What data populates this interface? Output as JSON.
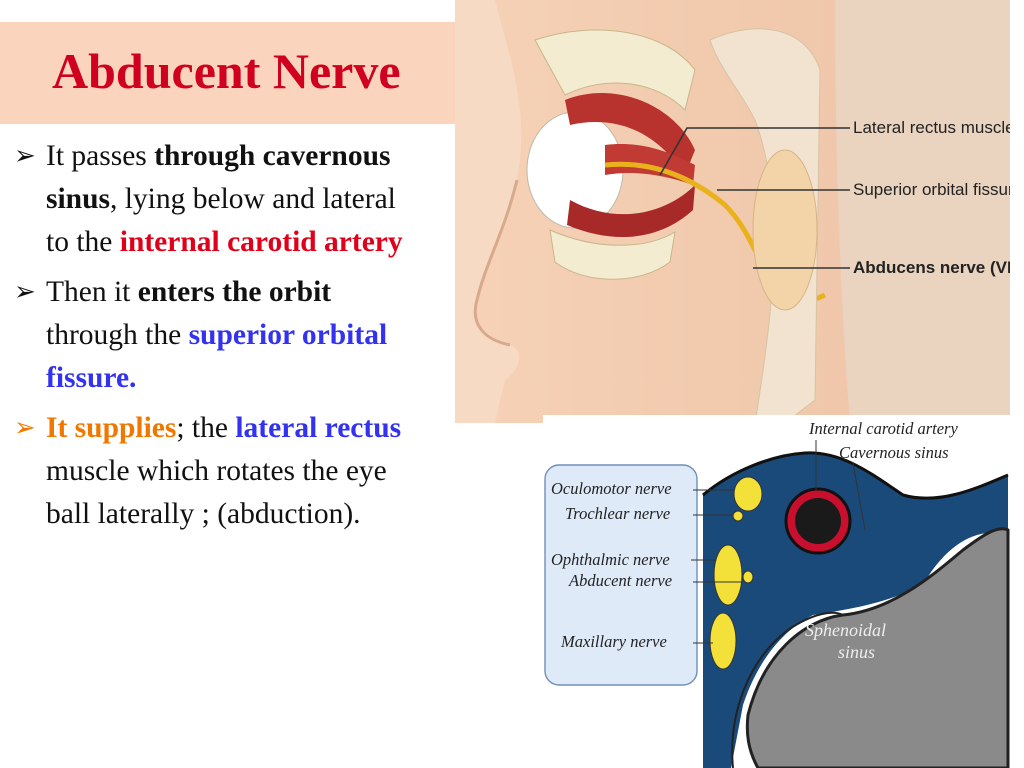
{
  "slide": {
    "title": "Abducent Nerve",
    "bullets": [
      {
        "marker": "➢",
        "segments": [
          "It passes ",
          "through cavernous sinus",
          ", lying below and lateral to the ",
          "internal carotid artery"
        ]
      },
      {
        "marker": "➢",
        "segments": [
          "Then it ",
          "enters the orbit",
          " through the ",
          "superior orbital fissure."
        ]
      },
      {
        "marker": "➢",
        "segments": [
          "It supplies",
          "; the ",
          "lateral rectus",
          " muscle which rotates the eye ball laterally ; (abduction)."
        ]
      }
    ]
  },
  "figure_top": {
    "labels": [
      "Lateral rectus muscle",
      "Superior orbital fissure",
      "Abducens nerve (VI)"
    ]
  },
  "figure_bottom": {
    "labels_left": [
      "Oculomotor nerve",
      "Trochlear nerve",
      "Ophthalmic nerve",
      "Abducent nerve",
      "Maxillary nerve"
    ],
    "labels_top": [
      "Internal carotid artery",
      "Cavernous sinus"
    ],
    "sinus_label": [
      "Sphenoidal",
      "sinus"
    ]
  },
  "colors": {
    "title_red": "#d0001f",
    "title_bg": "#fbd4bd",
    "emphasis_red": "#e0001a",
    "emphasis_blue": "#3232f0",
    "emphasis_orange": "#f07800",
    "nerve_yellow": "#f3e13a",
    "sinus_blue": "#1a4a7a"
  }
}
